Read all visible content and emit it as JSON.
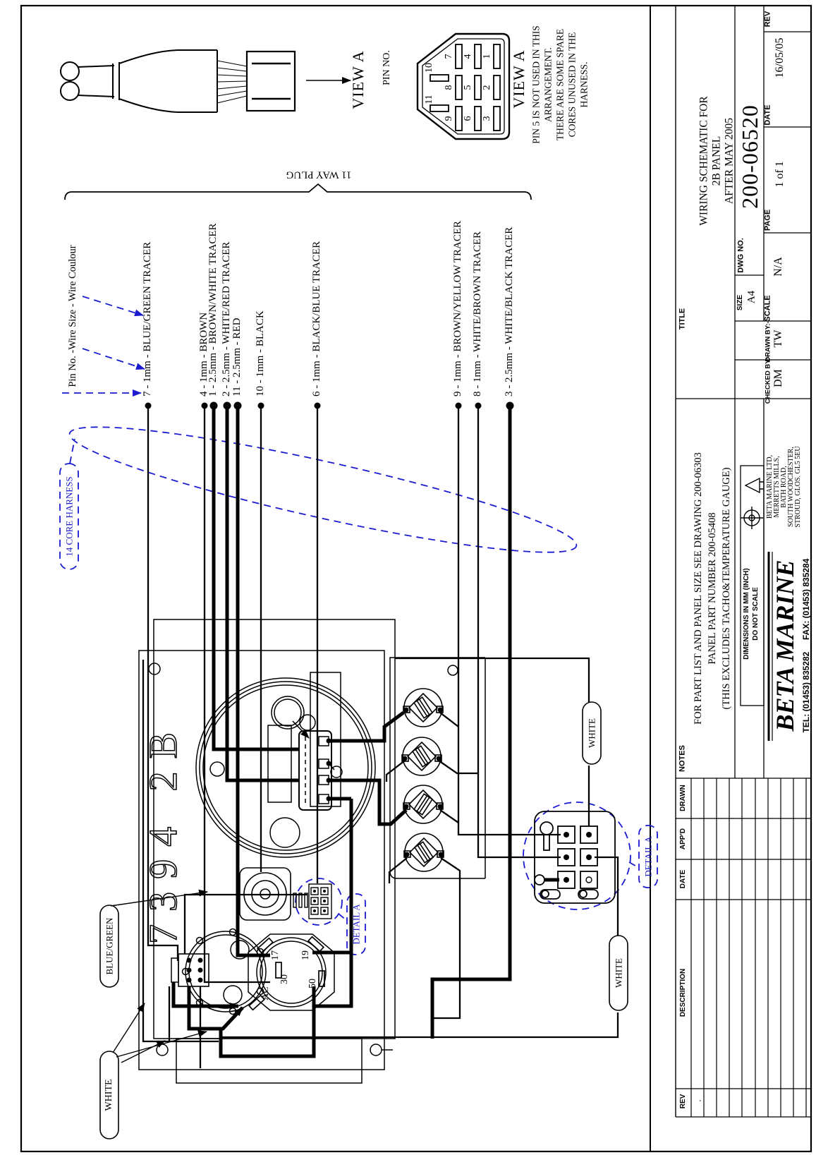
{
  "drawing": {
    "plug_label": "11 WAY PLUG",
    "view_a_label": "VIEW A",
    "pin_no_label": "PIN NO.",
    "legend_label": "Pin No.  -Wire Size - Wire Coulour",
    "harness_label": "14 CORE HARNESS",
    "panel_marking": "7394 2B",
    "pin_note_lines": [
      "PIN 5 IS NOT USED IN THIS",
      "ARRANGEMENT.",
      "THERE ARE SOME SPARE",
      "CORES UNUSED IN THE",
      "HARNESS."
    ],
    "connector_pins": {
      "row1": [
        "7",
        "4",
        "1"
      ],
      "row2": [
        "8",
        "5",
        "2"
      ],
      "row3": [
        "9",
        "6",
        "3"
      ],
      "top": [
        "10",
        "11"
      ]
    },
    "wires": [
      {
        "pin": "7",
        "label": "7 - 1mm - BLUE/GREEN TRACER"
      },
      {
        "pin": "4",
        "label": "4 - 1mm - BROWN"
      },
      {
        "pin": "1",
        "label": "1 - 2.5mm - BROWN/WHITE TRACER"
      },
      {
        "pin": "2",
        "label": "2 - 2.5mm - WHITE/RED TRACER"
      },
      {
        "pin": "11",
        "label": "11 - 2.5mm - RED"
      },
      {
        "pin": "10",
        "label": "10 - 1mm - BLACK"
      },
      {
        "pin": "6",
        "label": "6 - 1mm - BLACK/BLUE TRACER"
      },
      {
        "pin": "9",
        "label": "9 - 1mm - BROWN/YELLOW TRACER"
      },
      {
        "pin": "8",
        "label": "8 - 1mm - WHITE/BROWN TRACER"
      },
      {
        "pin": "3",
        "label": "3 - 2.5mm - WHITE/BLACK TRACER"
      }
    ],
    "panel_labels": {
      "blue_green": "BLUE/GREEN",
      "white": "WHITE",
      "detail_a": "DETAIL A"
    },
    "key_switch": {
      "terminals": [
        "17",
        "19",
        "30",
        "50",
        "AC"
      ]
    }
  },
  "title_block": {
    "title_label": "TITLE",
    "title_lines": [
      "WIRING SCHEMATIC FOR",
      "2B PANEL",
      "AFTER MAY 2005"
    ],
    "rev_label": "REV",
    "date_label": "DATE",
    "date_value": "16/05/05",
    "page_label": "PAGE",
    "page_value": "1 of 1",
    "scale_label": "SCALE",
    "scale_value": "N/A",
    "size_label": "SIZE",
    "size_value": "A4",
    "dwg_label": "DWG NO.",
    "dwg_value": "200-06520",
    "drawn_label": "DRAWN BY:-",
    "drawn_value": "TW",
    "checked_label": "CHECKED BY:-",
    "checked_value": "DM"
  },
  "notes": {
    "label": "NOTES",
    "lines": [
      "FOR PART LIST AND PANEL SIZE SEE DRAWING 200-06303",
      "PANEL PART NUMBER 200-05408",
      "(THIS EXCLUDES TACHO&TEMPERATURE GAUGE)"
    ]
  },
  "company": {
    "name": "BETA MARINE",
    "address_lines": [
      "BETA MARINE LTD,",
      "MERRETTS MILLS,",
      "BATH ROAD,",
      "SOUTH WOODCHESTER,",
      "STROUD, GLOS. GL5 5EU"
    ],
    "tel": "TEL: (01453) 835282",
    "fax": "FAX: (01453) 835284",
    "dimensions": "DIMENSIONS IN MM (INCH)",
    "no_scale": "DO NOT SCALE"
  },
  "revision_table": {
    "headers": [
      "DRAWN",
      "APP'D",
      "DATE",
      "DESCRIPTION",
      "REV"
    ],
    "first_cell": "."
  }
}
